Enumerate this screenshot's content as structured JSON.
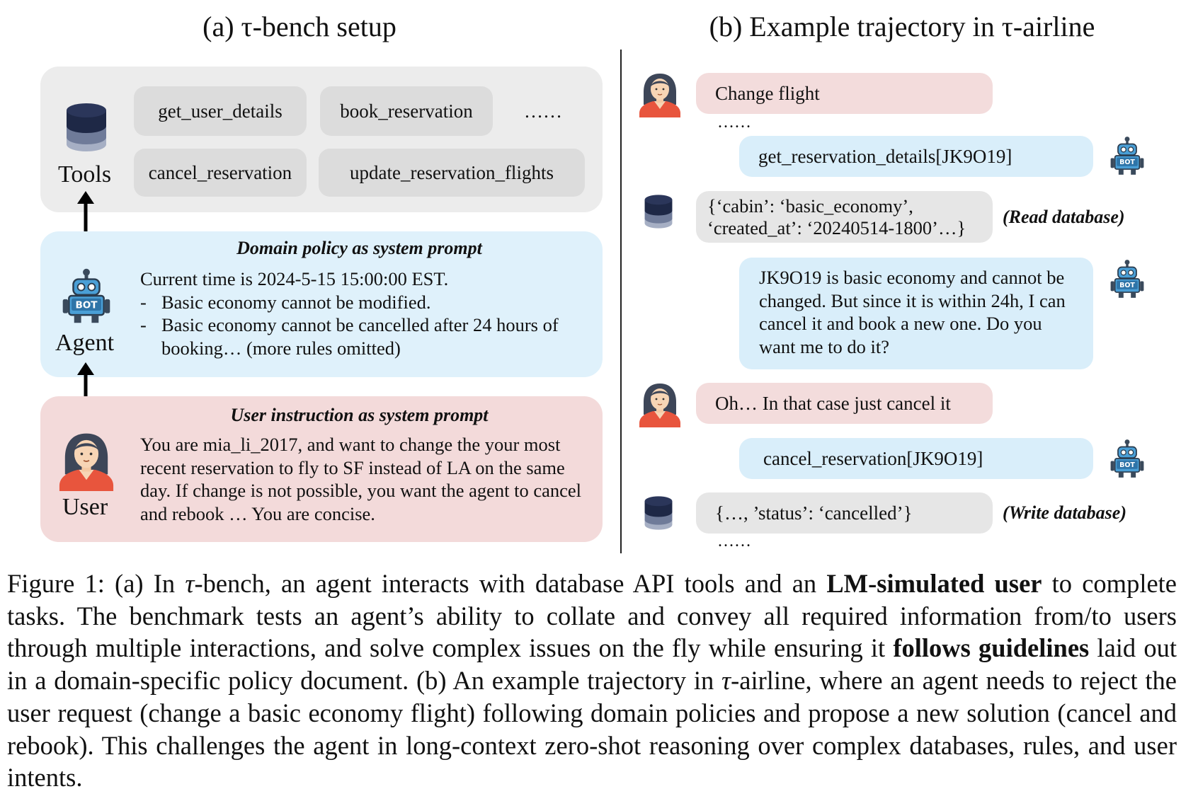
{
  "left_panel": {
    "title": "(a) τ-bench setup",
    "tools": {
      "label": "Tools",
      "items": [
        "get_user_details",
        "book_reservation",
        "……",
        "cancel_reservation",
        "update_reservation_flights"
      ]
    },
    "agent": {
      "label": "Agent",
      "heading": "Domain policy as system prompt",
      "time_line": "Current time is 2024-5-15 15:00:00 EST.",
      "rules": [
        "Basic economy cannot be modified.",
        "Basic economy cannot be cancelled after 24 hours of booking… (more rules omitted)"
      ],
      "dash": "-"
    },
    "user": {
      "label": "User",
      "heading": "User instruction as system prompt",
      "text": "You are mia_li_2017, and want to change the your most recent reservation to fly to SF instead of LA on the same day. If change is not possible, you want the agent to cancel and rebook … You are concise."
    },
    "icons": {
      "database": "database-icon",
      "robot": "robot-icon",
      "user": "user-avatar-icon",
      "arrow": "double-arrow-icon"
    },
    "colors": {
      "tools_bg": "#ececec",
      "agent_bg": "#dff1fb",
      "user_bg": "#f3dada",
      "pill_bg": "#dcdcdc"
    }
  },
  "right_panel": {
    "title": "(b) Example trajectory in τ-airline",
    "messages": [
      {
        "role": "user",
        "text": "Change flight"
      },
      {
        "role": "ellipsis",
        "text": "……"
      },
      {
        "role": "agent",
        "text": "get_reservation_details[JK9O19]"
      },
      {
        "role": "database",
        "text": "{‘cabin’: ‘basic_economy’, ‘created_at’: ‘20240514-1800’…}",
        "note": "(Read database)"
      },
      {
        "role": "agent",
        "text": "JK9O19 is basic economy and cannot be changed. But since it is within 24h, I can cancel it and book a new one. Do you want me to do it?"
      },
      {
        "role": "user",
        "text": "Oh… In that case just cancel it"
      },
      {
        "role": "agent",
        "text": "cancel_reservation[JK9O19]"
      },
      {
        "role": "database",
        "text": "{…, ’status’: ‘cancelled’}",
        "note": "(Write database)"
      },
      {
        "role": "ellipsis",
        "text": "……"
      }
    ],
    "colors": {
      "user_bubble": "#f3dcdc",
      "agent_bubble": "#d9eefa",
      "db_bubble": "#e6e6e6"
    }
  },
  "caption": {
    "p1": "Figure 1: (a) In ",
    "tau1": "τ",
    "p2": "-bench, an agent interacts with database API tools and an ",
    "b1": "LM-simulated user",
    "p3": " to complete tasks. The benchmark tests an agent’s ability to collate and convey all required information from/to users through multiple interactions, and solve complex issues on the fly while ensuring it ",
    "b2": "follows guidelines",
    "p4": " laid out in a domain-specific policy document.  (b) An example trajectory in ",
    "tau2": "τ",
    "p5": "-airline, where an agent needs to reject the user request (change a basic economy flight) following domain policies and propose a new solution (cancel and rebook).  This challenges the agent in long-context zero-shot reasoning over complex databases, rules, and user intents."
  }
}
